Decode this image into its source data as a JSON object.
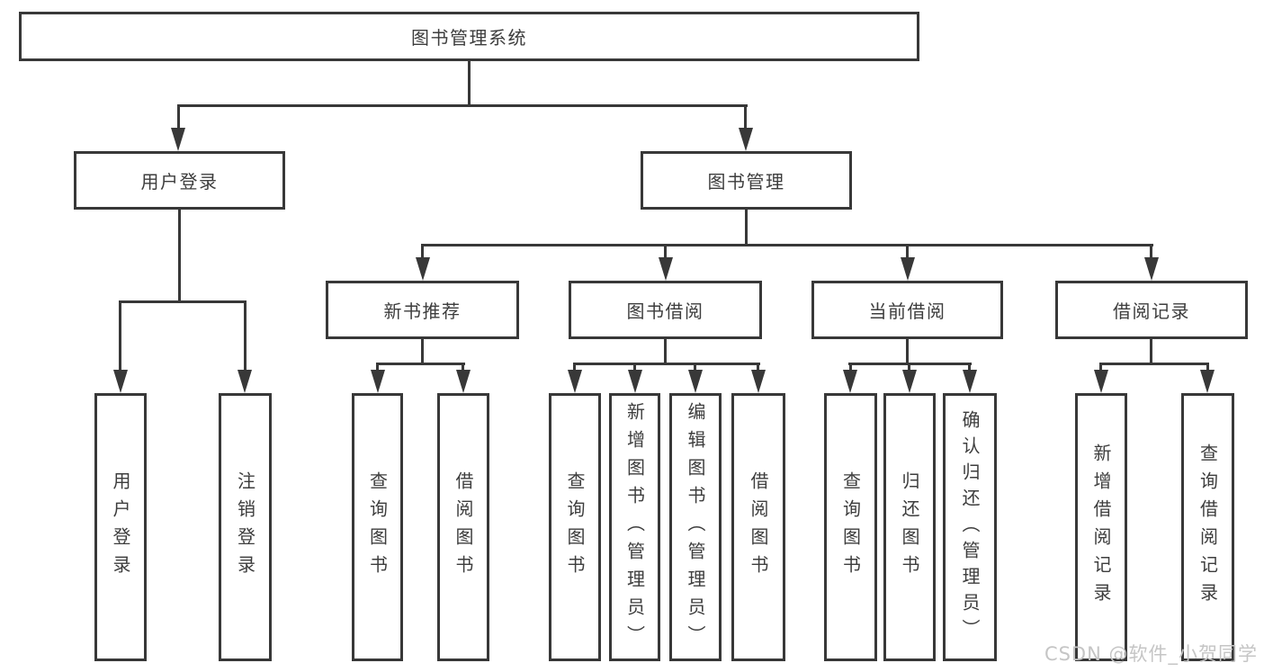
{
  "diagram": {
    "root": {
      "label": "图书管理系统"
    },
    "login": {
      "label": "用户登录",
      "children": [
        {
          "label": "用户登录"
        },
        {
          "label": "注销登录"
        }
      ]
    },
    "manage": {
      "label": "图书管理",
      "sections": [
        {
          "label": "新书推荐",
          "children": [
            {
              "label": "查询图书"
            },
            {
              "label": "借阅图书"
            }
          ]
        },
        {
          "label": "图书借阅",
          "children": [
            {
              "label": "查询图书"
            },
            {
              "label": "新增图书（管理员）"
            },
            {
              "label": "编辑图书（管理员）"
            },
            {
              "label": "借阅图书"
            }
          ]
        },
        {
          "label": "当前借阅",
          "children": [
            {
              "label": "查询图书"
            },
            {
              "label": "归还图书"
            },
            {
              "label": "确认归还（管理员）"
            }
          ]
        },
        {
          "label": "借阅记录",
          "children": [
            {
              "label": "新增借阅记录"
            },
            {
              "label": "查询借阅记录"
            }
          ]
        }
      ]
    },
    "watermark": "CSDN @软件_小贺同学",
    "colors": {
      "line": "#383838",
      "text": "#3d3d3d",
      "watermark": "#c5c5c5"
    }
  }
}
